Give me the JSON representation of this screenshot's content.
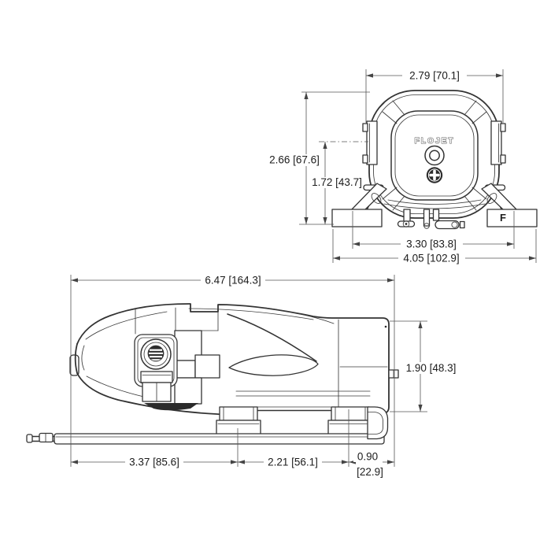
{
  "front": {
    "brand": "FLOJET",
    "foot_letter": "F",
    "dims": {
      "width": "2.79 [70.1]",
      "height": "2.66 [67.6]",
      "center_height": "1.72 [43.7]",
      "bolt_span": "3.30 [83.8]",
      "base_width": "4.05 [102.9]"
    }
  },
  "side": {
    "dims": {
      "length": "6.47 [164.3]",
      "height": "1.90 [48.3]",
      "front_to_foot": "3.37 [85.6]",
      "foot_span": "2.21 [56.1]",
      "rear_offset_in": "0.90",
      "rear_offset_mm": "[22.9]"
    }
  },
  "colors": {
    "line": "#333333",
    "dim_line": "#555555",
    "text": "#1c1c1c",
    "background": "#ffffff"
  }
}
